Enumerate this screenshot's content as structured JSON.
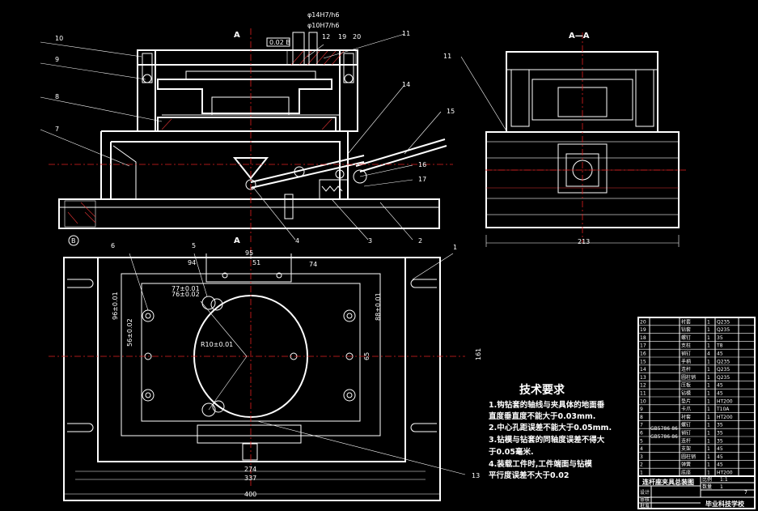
{
  "section_labels": {
    "top_left": "A",
    "top_right": "A—A",
    "bottom_left": "A",
    "view_b": "B"
  },
  "tolerances": {
    "t1": "φ14H7/h6",
    "t2": "φ10H7/h6",
    "flat": "0.02 B"
  },
  "balloons_front": [
    "10",
    "9",
    "8",
    "7",
    "5",
    "6",
    "12",
    "19",
    "20",
    "11",
    "14",
    "15",
    "16",
    "17",
    "2",
    "3",
    "4"
  ],
  "balloons_side": [
    "11"
  ],
  "balloons_plan": [
    "6",
    "5",
    "1",
    "13"
  ],
  "dims_plan": {
    "d95": "95",
    "d94": "94",
    "d51": "51",
    "d74": "74",
    "tol77": "77±0.01",
    "tol76": "76±0.02",
    "v96": "96±0.01",
    "v56": "56±0.02",
    "v88": "88±0.01",
    "v65": "65",
    "v161": "161",
    "h274": "274",
    "h337": "337",
    "h400": "400",
    "r10": "R10±0.01"
  },
  "dims_side": {
    "w213": "213"
  },
  "tech": {
    "title": "技术要求",
    "lines": [
      "1.钩钻套的轴线与夹具体的地面垂",
      "  直度垂直度不能大于0.03mm.",
      "2.中心孔距误差不能大于0.05mm.",
      "3.钻模与钻套的同轴度误差不得大",
      "  于0.05毫米.",
      "4.装载工件时,工件端面与钻模",
      "平行度误差不大于0.02"
    ]
  },
  "bom": [
    {
      "no": "20",
      "name": "衬套",
      "qty": "1",
      "mat": "Q235"
    },
    {
      "no": "19",
      "name": "钻套",
      "qty": "1",
      "mat": "Q235"
    },
    {
      "no": "18",
      "name": "螺钉",
      "qty": "1",
      "mat": "35"
    },
    {
      "no": "17",
      "name": "支柱",
      "qty": "1",
      "mat": "T8"
    },
    {
      "no": "16",
      "name": "销钉",
      "qty": "4",
      "mat": "45"
    },
    {
      "no": "15",
      "name": "手柄",
      "qty": "1",
      "mat": "Q235"
    },
    {
      "no": "14",
      "name": "连杆",
      "qty": "1",
      "mat": "Q235"
    },
    {
      "no": "13",
      "name": "圆柱销",
      "qty": "1",
      "mat": "Q235"
    },
    {
      "no": "12",
      "name": "压板",
      "qty": "1",
      "mat": "45"
    },
    {
      "no": "11",
      "name": "钻模",
      "qty": "1",
      "mat": "45"
    },
    {
      "no": "10",
      "name": "垫片",
      "qty": "1",
      "mat": "HT200"
    },
    {
      "no": "9",
      "name": "卡爪",
      "qty": "1",
      "mat": "T10A"
    },
    {
      "no": "8",
      "name": "衬套",
      "qty": "1",
      "mat": "HT200"
    },
    {
      "no": "7",
      "name": "螺钉",
      "qty": "1",
      "mat": "35"
    },
    {
      "no": "6",
      "name": "销钉",
      "qty": "1",
      "mat": "35"
    },
    {
      "no": "5",
      "name": "连杆",
      "qty": "1",
      "mat": "35"
    },
    {
      "no": "4",
      "name": "支架",
      "qty": "1",
      "mat": "45"
    },
    {
      "no": "3",
      "name": "圆柱销",
      "qty": "1",
      "mat": "45"
    },
    {
      "no": "2",
      "name": "弹簧",
      "qty": "1",
      "mat": "45"
    },
    {
      "no": "1",
      "name": "底座",
      "qty": "1",
      "mat": "HT200"
    }
  ],
  "bom_std": {
    "r5": "GB5786-86",
    "r6": "GB5786-86"
  },
  "title_block": {
    "drawing_name": "连杆座夹具总装图",
    "scale_label": "比例",
    "scale": "1:1",
    "sheet_label": "数量",
    "sheet": "1",
    "row_design": "设计",
    "row_check": "审核",
    "row_approve": "批准",
    "school": "毕业科技学校",
    "mark": "7"
  },
  "colors": {
    "line": "#ffffff",
    "center": "#e02020",
    "bg": "#000000"
  }
}
